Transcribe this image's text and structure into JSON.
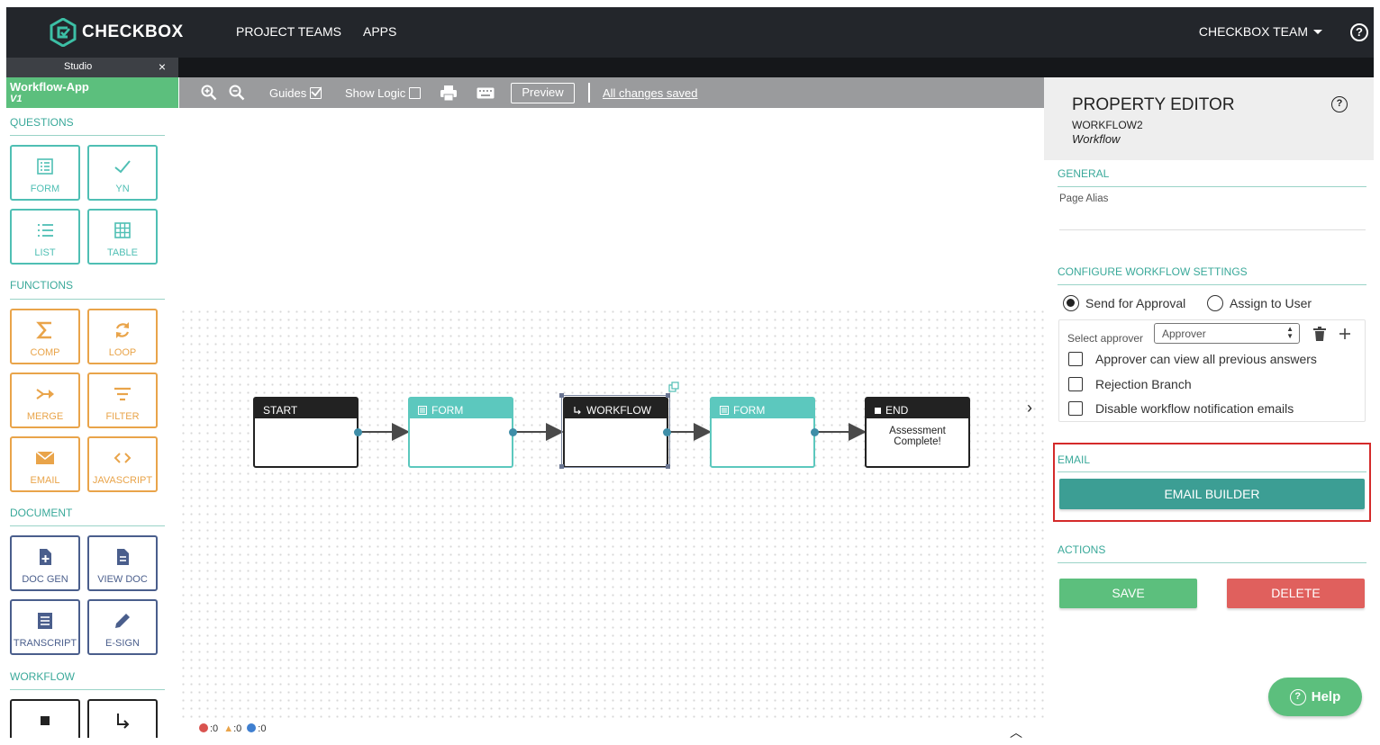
{
  "app": {
    "brand": "CHECKBOX",
    "nav": [
      "PROJECT TEAMS",
      "APPS"
    ],
    "team_menu": "CHECKBOX TEAM",
    "help_icon": "?"
  },
  "studio_tab": {
    "label": "Studio",
    "close": "×"
  },
  "project": {
    "name": "Workflow-App",
    "version": "V1"
  },
  "sidebar": {
    "questions": {
      "title": "QUESTIONS",
      "items": [
        {
          "label": "FORM",
          "icon": "form-icon"
        },
        {
          "label": "YN",
          "icon": "check-icon"
        },
        {
          "label": "LIST",
          "icon": "list-icon"
        },
        {
          "label": "TABLE",
          "icon": "table-icon"
        }
      ]
    },
    "functions": {
      "title": "FUNCTIONS",
      "items": [
        {
          "label": "COMP",
          "icon": "sigma-icon"
        },
        {
          "label": "LOOP",
          "icon": "loop-icon"
        },
        {
          "label": "MERGE",
          "icon": "merge-icon"
        },
        {
          "label": "FILTER",
          "icon": "filter-icon"
        },
        {
          "label": "EMAIL",
          "icon": "envelope-icon"
        },
        {
          "label": "JAVASCRIPT",
          "icon": "code-icon"
        }
      ]
    },
    "document": {
      "title": "DOCUMENT",
      "items": [
        {
          "label": "DOC GEN",
          "icon": "doc-plus-icon"
        },
        {
          "label": "VIEW DOC",
          "icon": "doc-icon"
        },
        {
          "label": "TRANSCRIPT",
          "icon": "transcript-icon"
        },
        {
          "label": "E-SIGN",
          "icon": "pen-icon"
        }
      ]
    },
    "workflow": {
      "title": "WORKFLOW",
      "items": [
        {
          "label": "",
          "icon": "stop-icon"
        },
        {
          "label": "",
          "icon": "branch-arrow-icon"
        }
      ]
    }
  },
  "toolbar": {
    "guides": "Guides",
    "show_logic": "Show Logic",
    "preview": "Preview",
    "saved": "All changes saved"
  },
  "canvas": {
    "nodes": [
      {
        "title": "START",
        "style": "dark",
        "body": ""
      },
      {
        "title": "FORM",
        "style": "teal",
        "body": ""
      },
      {
        "title": "WORKFLOW",
        "style": "dark",
        "body": ""
      },
      {
        "title": "FORM",
        "style": "teal",
        "body": ""
      },
      {
        "title": "END",
        "style": "dark",
        "body": "Assessment Complete!"
      }
    ],
    "status": {
      "errors": ":0",
      "warnings": ":0",
      "info": ":0"
    }
  },
  "property_editor": {
    "title": "PROPERTY EDITOR",
    "subtitle": "WORKFLOW2",
    "type": "Workflow",
    "general": {
      "title": "GENERAL",
      "page_alias_label": "Page Alias"
    },
    "workflow_settings": {
      "title": "CONFIGURE WORKFLOW SETTINGS",
      "option_approval": "Send for Approval",
      "option_assign": "Assign to User",
      "selected": "approval",
      "select_label": "Select approver",
      "select_value": "Approver",
      "checkboxes": [
        {
          "label": "Approver can view all previous answers",
          "checked": false
        },
        {
          "label": "Rejection Branch",
          "checked": false
        },
        {
          "label": "Disable workflow notification emails",
          "checked": false
        }
      ]
    },
    "email": {
      "title": "EMAIL",
      "button": "EMAIL BUILDER"
    },
    "actions": {
      "title": "ACTIONS",
      "save": "SAVE",
      "delete": "DELETE"
    },
    "help_button": "Help"
  },
  "colors": {
    "teal": "#4fbfb4",
    "green": "#5cbf7d",
    "orange": "#e9a44a",
    "navy": "#4a5e8c",
    "red": "#e0605d",
    "highlight": "#d42a2a"
  }
}
